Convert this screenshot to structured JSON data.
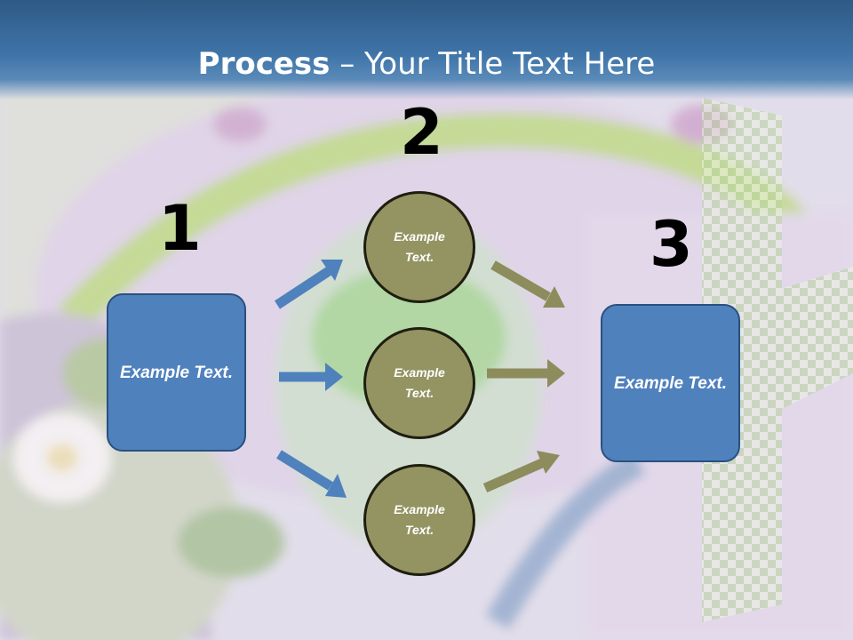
{
  "title": {
    "bold": "Process",
    "separator": " – ",
    "rest": "Your Title Text Here"
  },
  "step_numbers": [
    "1",
    "2",
    "3"
  ],
  "left_box": {
    "text": "Example Text."
  },
  "circles": [
    {
      "text": "Example Text."
    },
    {
      "text": "Example Text."
    },
    {
      "text": "Example Text."
    }
  ],
  "right_box": {
    "text": "Example Text."
  },
  "colors": {
    "header": "#3f74a8",
    "box_fill": "#4f81bd",
    "circle_fill": "#939462",
    "blue_arrow": "#4f81bd",
    "olive_arrow": "#8c8c5c"
  }
}
